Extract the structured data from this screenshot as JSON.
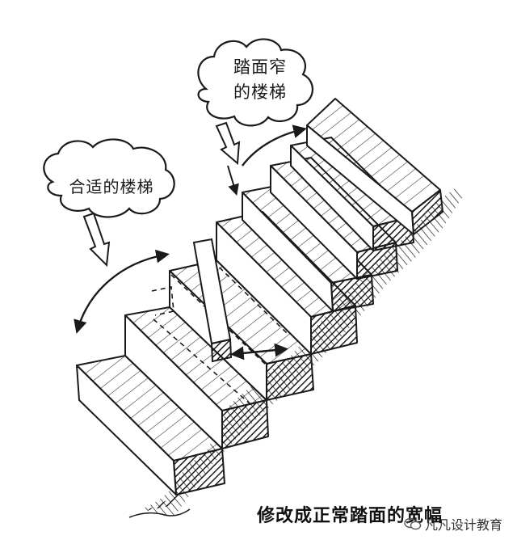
{
  "labels": {
    "narrow_stair": "踏面窄\n的楼梯",
    "proper_stair": "合适的楼梯",
    "caption": "修改成正常踏面的宽幅",
    "watermark": "凡凡设计教育"
  },
  "colors": {
    "ink": "#1a1a1a",
    "background": "#ffffff"
  },
  "icons": [
    "thought-cloud",
    "hollow-arrow",
    "curved-double-arrow",
    "wechat-logo-icon"
  ]
}
